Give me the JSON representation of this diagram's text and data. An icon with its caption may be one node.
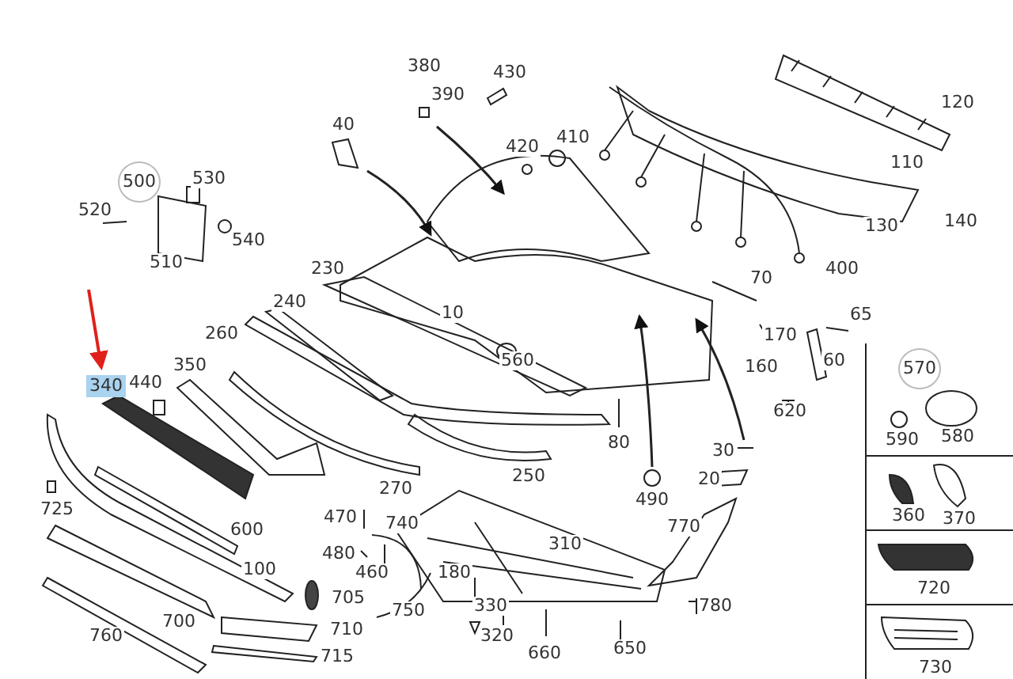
{
  "diagram": {
    "labels": [
      "380",
      "390",
      "430",
      "120",
      "40",
      "420",
      "410",
      "500",
      "530",
      "110",
      "520",
      "540",
      "130",
      "140",
      "510",
      "230",
      "10",
      "70",
      "400",
      "240",
      "65",
      "170",
      "260",
      "560",
      "160",
      "60",
      "570",
      "340",
      "440",
      "350",
      "620",
      "580",
      "590",
      "80",
      "30",
      "20",
      "725",
      "270",
      "250",
      "360",
      "370",
      "600",
      "470",
      "740",
      "490",
      "770",
      "310",
      "480",
      "460",
      "100",
      "180",
      "720",
      "705",
      "750",
      "330",
      "780",
      "710",
      "700",
      "320",
      "760",
      "660",
      "650",
      "715",
      "730"
    ]
  }
}
